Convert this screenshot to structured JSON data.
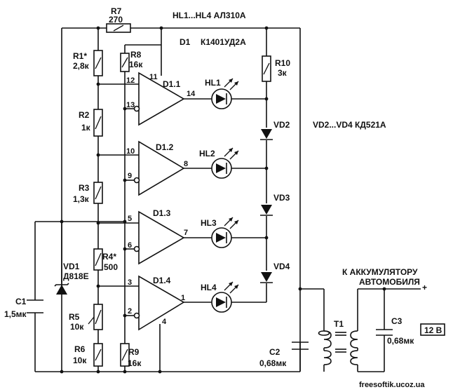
{
  "header": {
    "led_spec": "HL1...HL4  АЛ310А",
    "ic_spec_ref": "D1",
    "ic_spec_type": "К1401УД2А",
    "diode_spec": "VD2...VD4  КД521А"
  },
  "components": {
    "r7": {
      "ref": "R7",
      "value": "270"
    },
    "r1": {
      "ref": "R1*",
      "value": "2,8к"
    },
    "r2": {
      "ref": "R2",
      "value": "1к"
    },
    "r3": {
      "ref": "R3",
      "value": "1,3к"
    },
    "r4": {
      "ref": "R4*",
      "value": "500"
    },
    "r5": {
      "ref": "R5",
      "value": "10к"
    },
    "r6": {
      "ref": "R6",
      "value": "10к"
    },
    "r8": {
      "ref": "R8",
      "value": "16к"
    },
    "r9": {
      "ref": "R9",
      "value": "16к"
    },
    "r10": {
      "ref": "R10",
      "value": "3к"
    },
    "vd1": {
      "ref": "VD1",
      "value": "Д818Е"
    },
    "vd2": {
      "ref": "VD2"
    },
    "vd3": {
      "ref": "VD3"
    },
    "vd4": {
      "ref": "VD4"
    },
    "c1": {
      "ref": "C1",
      "value": "1,5мк"
    },
    "c2": {
      "ref": "C2",
      "value": "0,68мк"
    },
    "c3": {
      "ref": "C3",
      "value": "0,68мк"
    },
    "t1": {
      "ref": "T1"
    },
    "hl1": {
      "ref": "HL1"
    },
    "hl2": {
      "ref": "HL2"
    },
    "hl3": {
      "ref": "HL3"
    },
    "hl4": {
      "ref": "HL4"
    }
  },
  "opamps": [
    {
      "ref": "D1.1",
      "pin_plus": "12",
      "pin_minus": "13",
      "pin_out": "14",
      "pin_pwr": "11"
    },
    {
      "ref": "D1.2",
      "pin_plus": "10",
      "pin_minus": "9",
      "pin_out": "8"
    },
    {
      "ref": "D1.3",
      "pin_plus": "5",
      "pin_minus": "6",
      "pin_out": "7"
    },
    {
      "ref": "D1.4",
      "pin_plus": "3",
      "pin_minus": "2",
      "pin_out": "1",
      "pin_gnd": "4"
    }
  ],
  "battery": {
    "line1": "К АККУМУЛЯТОРУ",
    "line2": "АВТОМОБИЛЯ",
    "polarity": "+"
  },
  "voltage_badge": "12 В",
  "watermark": "freesoftik.ucoz.ua"
}
